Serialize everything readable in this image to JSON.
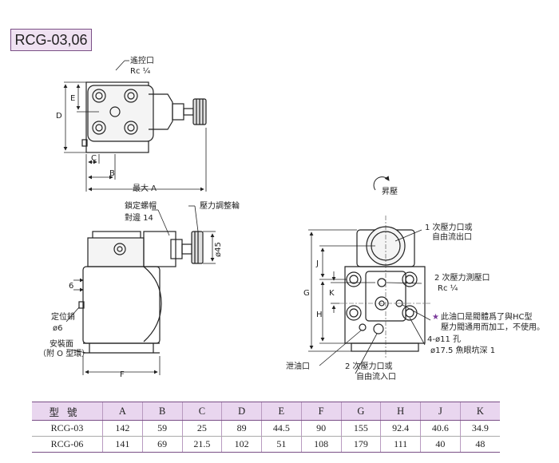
{
  "title": "RCG-03,06",
  "labels": {
    "remote_port": "遙控口",
    "remote_port_size": "Rc ¼",
    "dim_D": "D",
    "dim_E": "E",
    "dim_C": "C",
    "dim_B": "B",
    "dim_A": "最大 A",
    "boost_label": "昇壓",
    "lock_nut": "鎖定螺帽",
    "across_flats": "對邊 14",
    "pressure_handle": "壓力調整輪",
    "phi45": "ø45",
    "dim_6": "6",
    "locating_pin": "定位銷",
    "locating_pin_size": "ø6",
    "mounting_face": "安裝面",
    "mounting_face_note": "（附 O 型環）",
    "dim_F": "F",
    "port1_a": "1 次壓力口或",
    "port1_b": "自由流出口",
    "port2_a": "2 次壓力測壓口",
    "port2_b": "Rc ¼",
    "note_star": "★",
    "note_a": "此油口是閥體爲了與HC型",
    "note_b": "壓力閥通用而加工，不使用。",
    "holes_a": "4-ø11 孔",
    "holes_b": "ø17.5 魚眼坑深 1",
    "drain": "泄油口",
    "port3_a": "2 次壓力口或",
    "port3_b": "自由流入口",
    "dim_G": "G",
    "dim_H": "H",
    "dim_J": "J",
    "dim_K": "K"
  },
  "table": {
    "headers": [
      "型號",
      "A",
      "B",
      "C",
      "D",
      "E",
      "F",
      "G",
      "H",
      "J",
      "K"
    ],
    "rows": [
      [
        "RCG-03",
        "142",
        "59",
        "25",
        "89",
        "44.5",
        "90",
        "155",
        "92.4",
        "40.6",
        "34.9"
      ],
      [
        "RCG-06",
        "141",
        "69",
        "21.5",
        "102",
        "51",
        "108",
        "179",
        "111",
        "40",
        "48"
      ]
    ]
  },
  "colors": {
    "accent": "#7a4f86",
    "header_bg": "#e9d6ef",
    "star": "#7a3a9a"
  }
}
